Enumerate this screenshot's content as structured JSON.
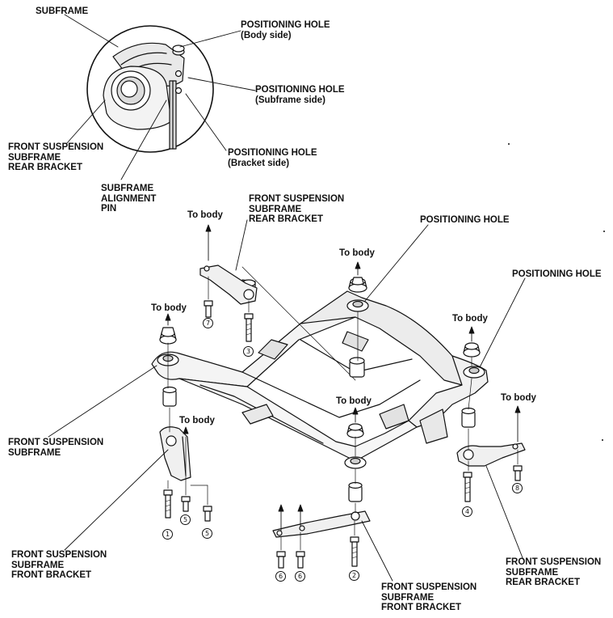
{
  "labels": {
    "subframe": "SUBFRAME",
    "positioning_hole_body": "POSITIONING HOLE\n(Body side)",
    "positioning_hole_subframe": "POSITIONING HOLE\n(Subframe side)",
    "positioning_hole_bracket": "POSITIONING HOLE\n(Bracket side)",
    "rear_bracket_inset": "FRONT SUSPENSION\nSUBFRAME\nREAR BRACKET",
    "alignment_pin": "SUBFRAME\nALIGNMENT\nPIN",
    "rear_bracket_top": "FRONT SUSPENSION\nSUBFRAME\nREAR BRACKET",
    "positioning_hole_center": "POSITIONING HOLE",
    "positioning_hole_right": "POSITIONING HOLE",
    "front_subframe": "FRONT SUSPENSION\nSUBFRAME",
    "front_bracket_left": "FRONT SUSPENSION\nSUBFRAME\nFRONT BRACKET",
    "front_bracket_center": "FRONT SUSPENSION\nSUBFRAME\nFRONT BRACKET",
    "rear_bracket_right": "FRONT SUSPENSION\nSUBFRAME\nREAR BRACKET"
  },
  "directions": {
    "to_body_1": "To body",
    "to_body_2": "To body",
    "to_body_3": "To body",
    "to_body_4": "To body",
    "to_body_5": "To body",
    "to_body_6": "To body",
    "to_body_7": "To body"
  },
  "bolts": {
    "b1": "1",
    "b2": "2",
    "b3": "3",
    "b4": "4",
    "b5a": "5",
    "b5b": "5",
    "b6a": "6",
    "b6b": "6",
    "b7": "7",
    "b8": "8"
  }
}
